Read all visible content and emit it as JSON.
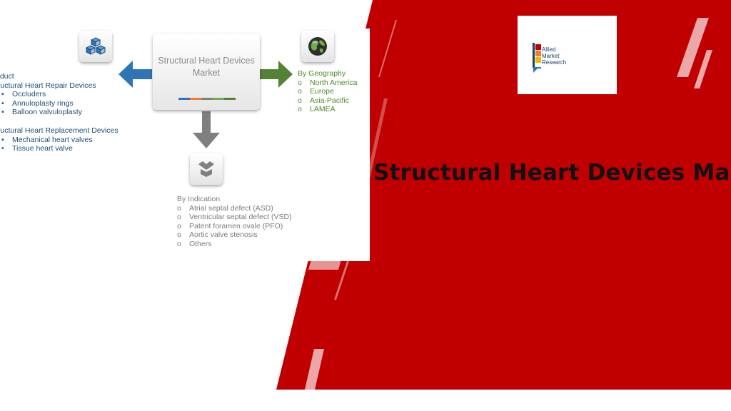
{
  "infographic": {
    "center_title_line1": "Structural Heart Devices",
    "center_title_line2": "Market",
    "product": {
      "heading": "oduct",
      "group1_title": "tructural Heart Repair Devices",
      "group1_items": [
        "Occluders",
        "Annuloplasty rings",
        "Balloon valvuloplasty"
      ],
      "group2_title": "tructural Heart Replacement Devices",
      "group2_items": [
        "Mechanical heart valves",
        "Tissue heart valve"
      ],
      "bullet": "•"
    },
    "geography": {
      "heading": "By Geography",
      "items": [
        "North America",
        "Europe",
        "Asia-Pacific",
        "LAMEA"
      ],
      "bullet": "o"
    },
    "indication": {
      "heading": "By Indication",
      "items": [
        "Atrial septal defect (ASD)",
        "Ventricular septal defect (VSD)",
        "Patent foramen ovale (PFO)",
        "Aortic valve stenosis",
        "Others"
      ],
      "bullet": "o"
    },
    "icons": [
      "cubes-icon",
      "globe-icon",
      "open-box-icon"
    ],
    "colors": {
      "product_text": "#1f4e79",
      "geography_text": "#4e8a2a",
      "indication_text": "#7b7b7b",
      "arrow_left": "#2e75b6",
      "arrow_right": "#548235",
      "arrow_down": "#7f7f7f"
    }
  },
  "logo": {
    "line1": "Allied",
    "line2": "Market",
    "line3": "Research"
  },
  "slide_title": "Structural Heart Devices Mar",
  "colors": {
    "background_red": "#c00000",
    "title_text": "#121212"
  }
}
